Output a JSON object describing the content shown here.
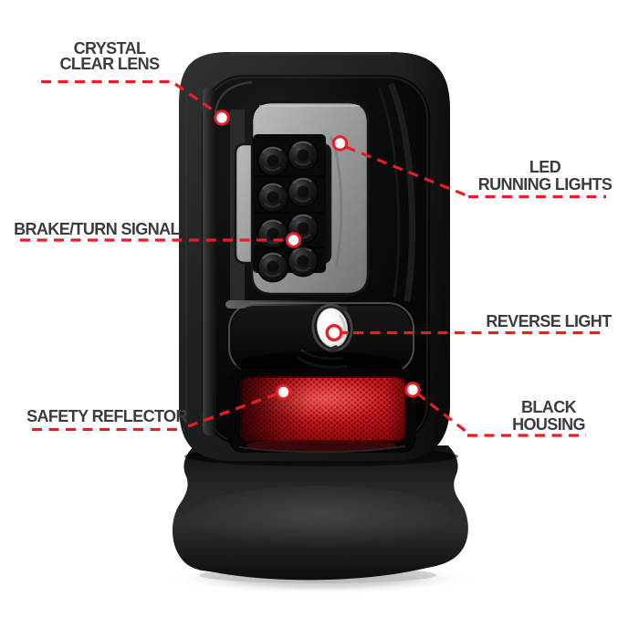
{
  "illustration": {
    "subject": "black housing LED tail light with smoked C-shaped light bar, LED cluster, clear reverse bulb and red safety reflector, on pedestal base"
  },
  "colors": {
    "background": "#ffffff",
    "label_text": "#3c3c3c",
    "callout_red": "#ec1c24",
    "housing_black": "#1d1f20",
    "light_bar_gray": "#9da0a2",
    "reflector_red": "#d81219",
    "reverse_bulb_white": "#ffffff"
  },
  "callouts": [
    {
      "id": "crystal-clear-lens",
      "lines": [
        "CRYSTAL",
        "CLEAR LENS"
      ]
    },
    {
      "id": "led-running-lights",
      "lines": [
        "LED",
        "RUNNING LIGHTS"
      ]
    },
    {
      "id": "brake-turn-signal",
      "lines": [
        "BRAKE/TURN SIGNAL"
      ]
    },
    {
      "id": "reverse-light",
      "lines": [
        "REVERSE LIGHT"
      ]
    },
    {
      "id": "safety-reflector",
      "lines": [
        "SAFETY REFLECTOR"
      ]
    },
    {
      "id": "black-housing",
      "lines": [
        "BLACK",
        "HOUSING"
      ]
    }
  ]
}
